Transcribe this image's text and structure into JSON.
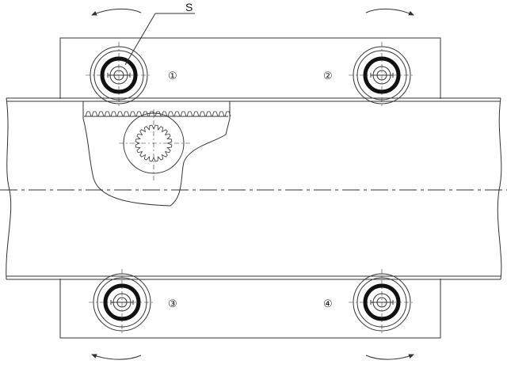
{
  "diagram": {
    "callout_label": "S",
    "wheel_labels": [
      "①",
      "②",
      "③",
      "④"
    ],
    "colors": {
      "line": "#333333",
      "thick_ring": "#111111",
      "background": "#ffffff"
    }
  }
}
